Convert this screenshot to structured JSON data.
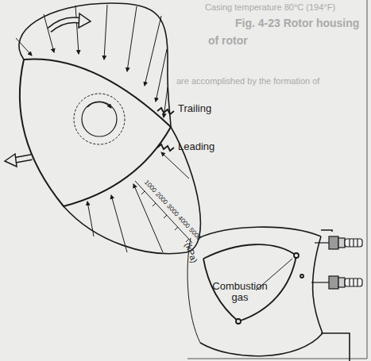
{
  "diagram": {
    "labels": [
      "Casing temperature 80°C (194°F)",
      "Fig. 4-23 Rotor housing",
      "of rotor",
      "are accomplished by the formation of",
      "Trailing",
      "Leading",
      "1000",
      "2000",
      "3000",
      "4000",
      "5000",
      "(kPa)",
      "Combustion gas"
    ]
  }
}
